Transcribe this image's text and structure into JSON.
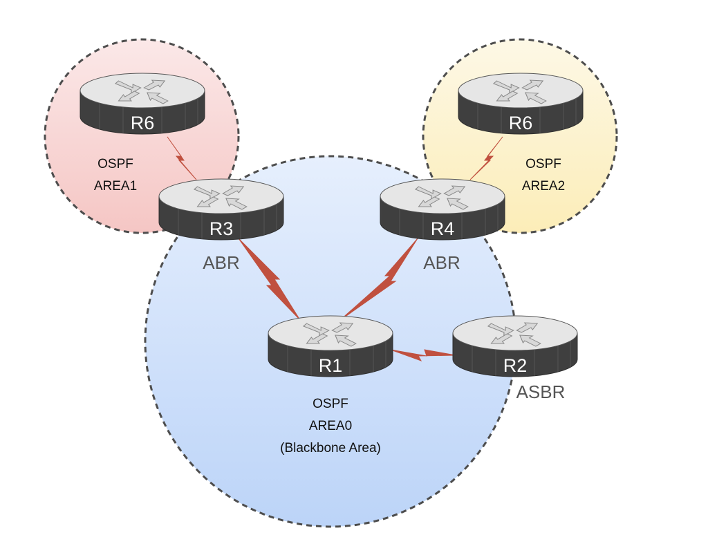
{
  "colors": {
    "area0_top": "#e6effd",
    "area0_bottom": "#bcd4f8",
    "area1_top": "#fbe8e8",
    "area1_bottom": "#f5c6c4",
    "area2_top": "#fdf8e6",
    "area2_bottom": "#fcedb8",
    "area_border": "#4d4d4d",
    "link": "#c0503f",
    "router_top": "#e6e6e6",
    "router_side": "#3f3f3f",
    "router_arrow": "#d8d8d8"
  },
  "areas": [
    {
      "id": "area1",
      "lines": [
        "OSPF",
        "AREA1"
      ]
    },
    {
      "id": "area2",
      "lines": [
        "OSPF",
        "AREA2"
      ]
    },
    {
      "id": "area0",
      "lines": [
        "OSPF",
        "AREA0",
        "(Blackbone Area)"
      ]
    }
  ],
  "routers": [
    {
      "id": "r6-area1",
      "label": "R6",
      "role": ""
    },
    {
      "id": "r6-area2",
      "label": "R6",
      "role": ""
    },
    {
      "id": "r3",
      "label": "R3",
      "role": "ABR"
    },
    {
      "id": "r4",
      "label": "R4",
      "role": "ABR"
    },
    {
      "id": "r1",
      "label": "R1",
      "role": ""
    },
    {
      "id": "r2",
      "label": "R2",
      "role": "ASBR"
    }
  ],
  "links": [
    {
      "from": "r6-area1",
      "to": "r3",
      "type": "serial"
    },
    {
      "from": "r6-area2",
      "to": "r4",
      "type": "serial"
    },
    {
      "from": "r3",
      "to": "r1",
      "type": "serial"
    },
    {
      "from": "r4",
      "to": "r1",
      "type": "serial"
    },
    {
      "from": "r1",
      "to": "r2",
      "type": "serial"
    }
  ]
}
